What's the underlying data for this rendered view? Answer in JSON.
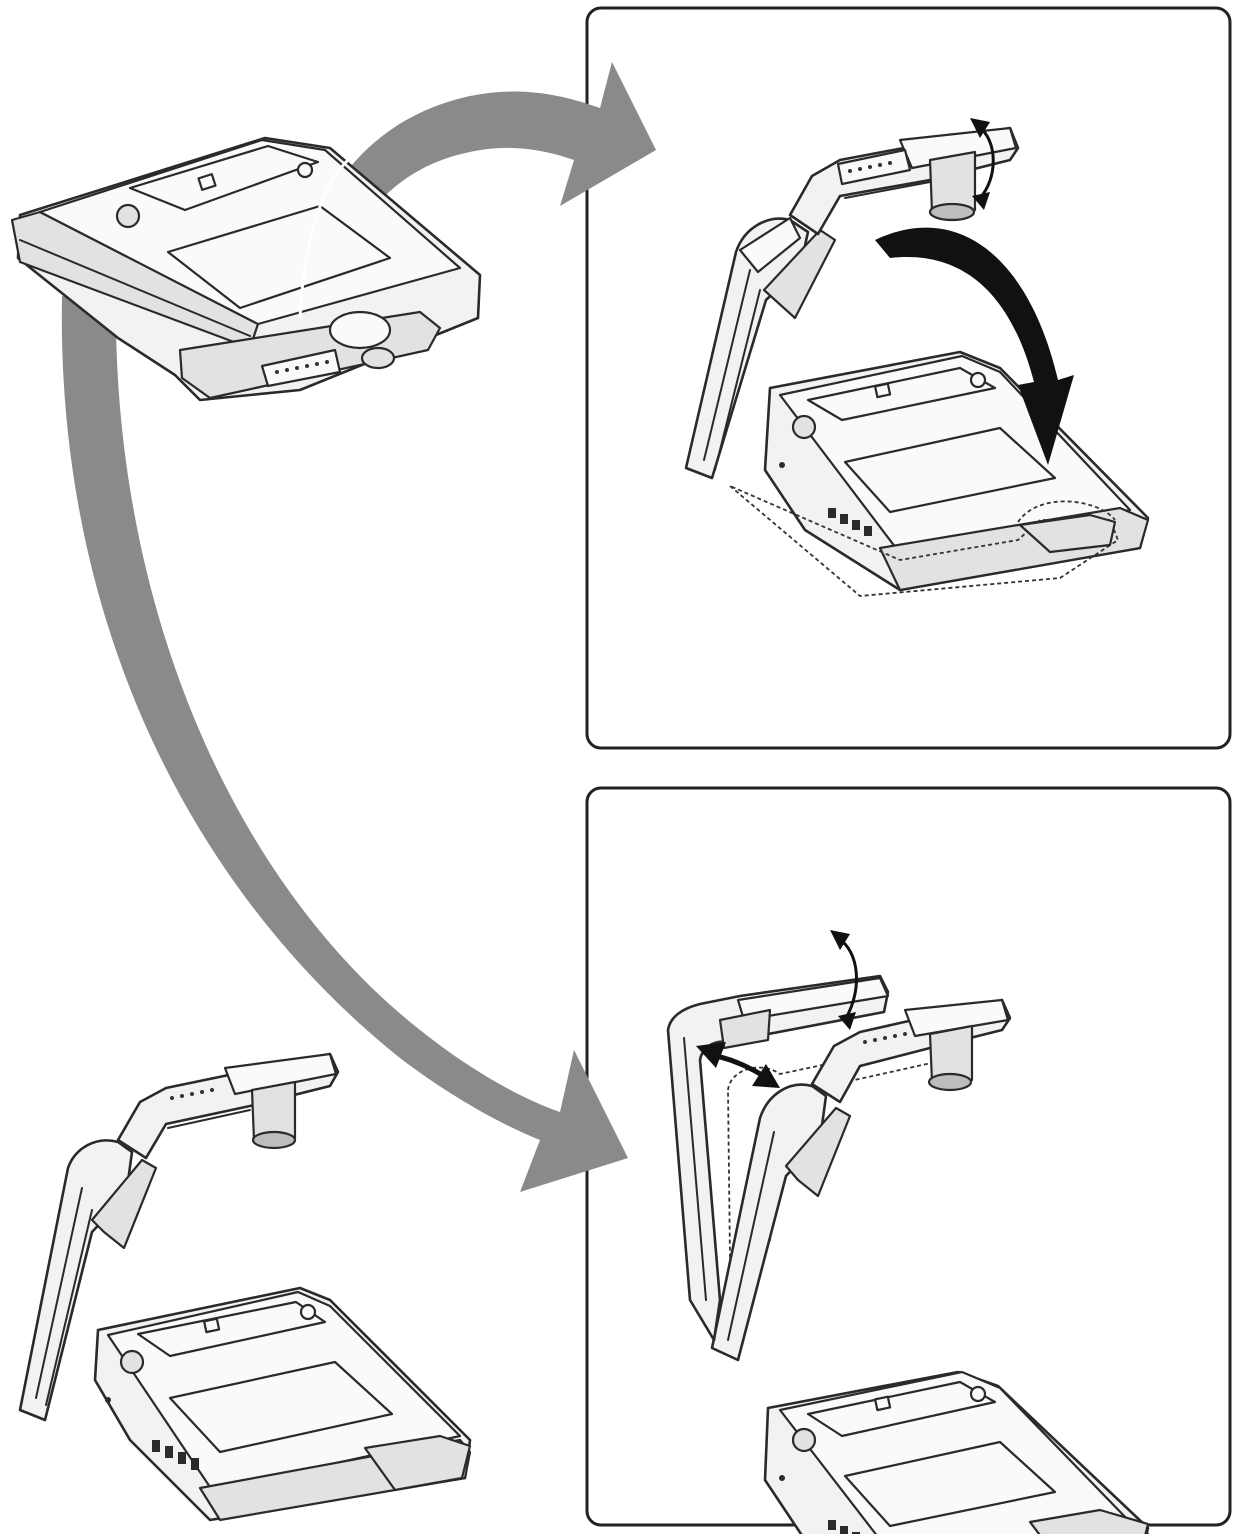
{
  "diagram": {
    "steps": [
      {
        "id": "folded",
        "description_visible": false
      },
      {
        "id": "arm-raised",
        "description_visible": false
      },
      {
        "id": "arm-extended",
        "description_visible": false
      }
    ],
    "colors": {
      "transition_arrow": "#8a8a8a",
      "motion_arrow": "#111111",
      "panel_border": "#222222",
      "device_fill": "#f2f2f2",
      "outline": "#2a2a2a"
    }
  }
}
